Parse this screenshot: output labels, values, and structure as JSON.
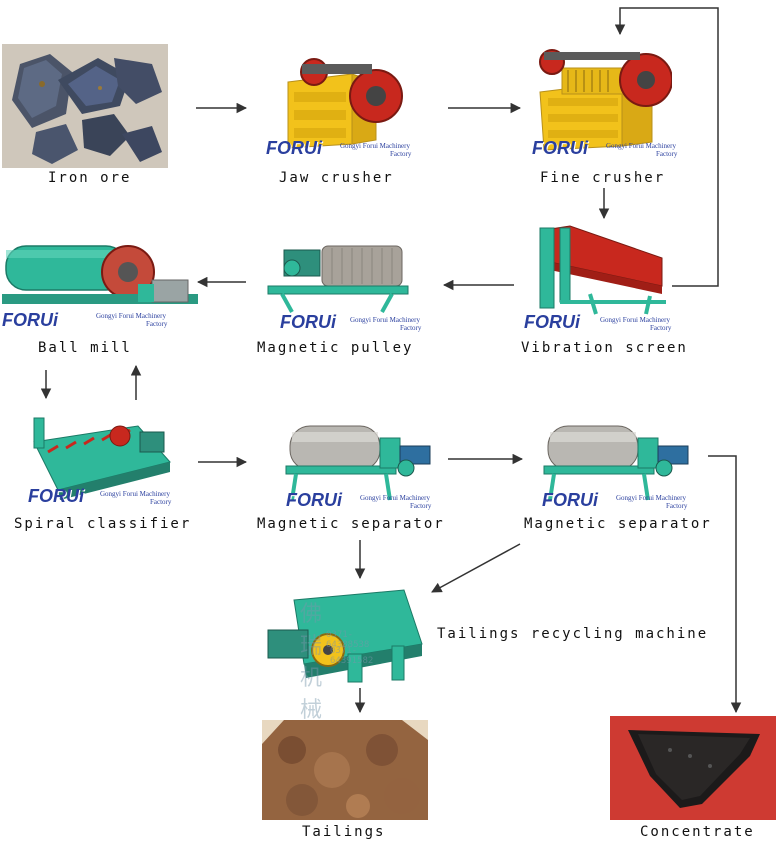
{
  "stages": {
    "iron_ore": "Iron ore",
    "jaw_crusher": "Jaw crusher",
    "fine_crusher": "Fine crusher",
    "ball_mill": "Ball mill",
    "magnetic_pulley": "Magnetic pulley",
    "vibration_screen": "Vibration screen",
    "spiral_classifier": "Spiral classifier",
    "magnetic_separator_1": "Magnetic separator",
    "magnetic_separator_2": "Magnetic separator",
    "tailings_recycling_machine": "Tailings recycling machine",
    "tailings": "Tailings",
    "concentrate": "Concentrate"
  },
  "brand": {
    "logo_text": "FORUi",
    "factory_line1": "Gongyi Forui Machinery",
    "factory_line2": "Factory",
    "watermark_cn": "佛瑞机械",
    "phone1": "0371-64388538",
    "phone2": "0371-64391582"
  },
  "colors": {
    "arrow": "#333333",
    "logo": "#2a3f9e",
    "machine_yellow": "#f2c21b",
    "machine_green": "#2fb89a",
    "machine_red": "#c8281e"
  }
}
